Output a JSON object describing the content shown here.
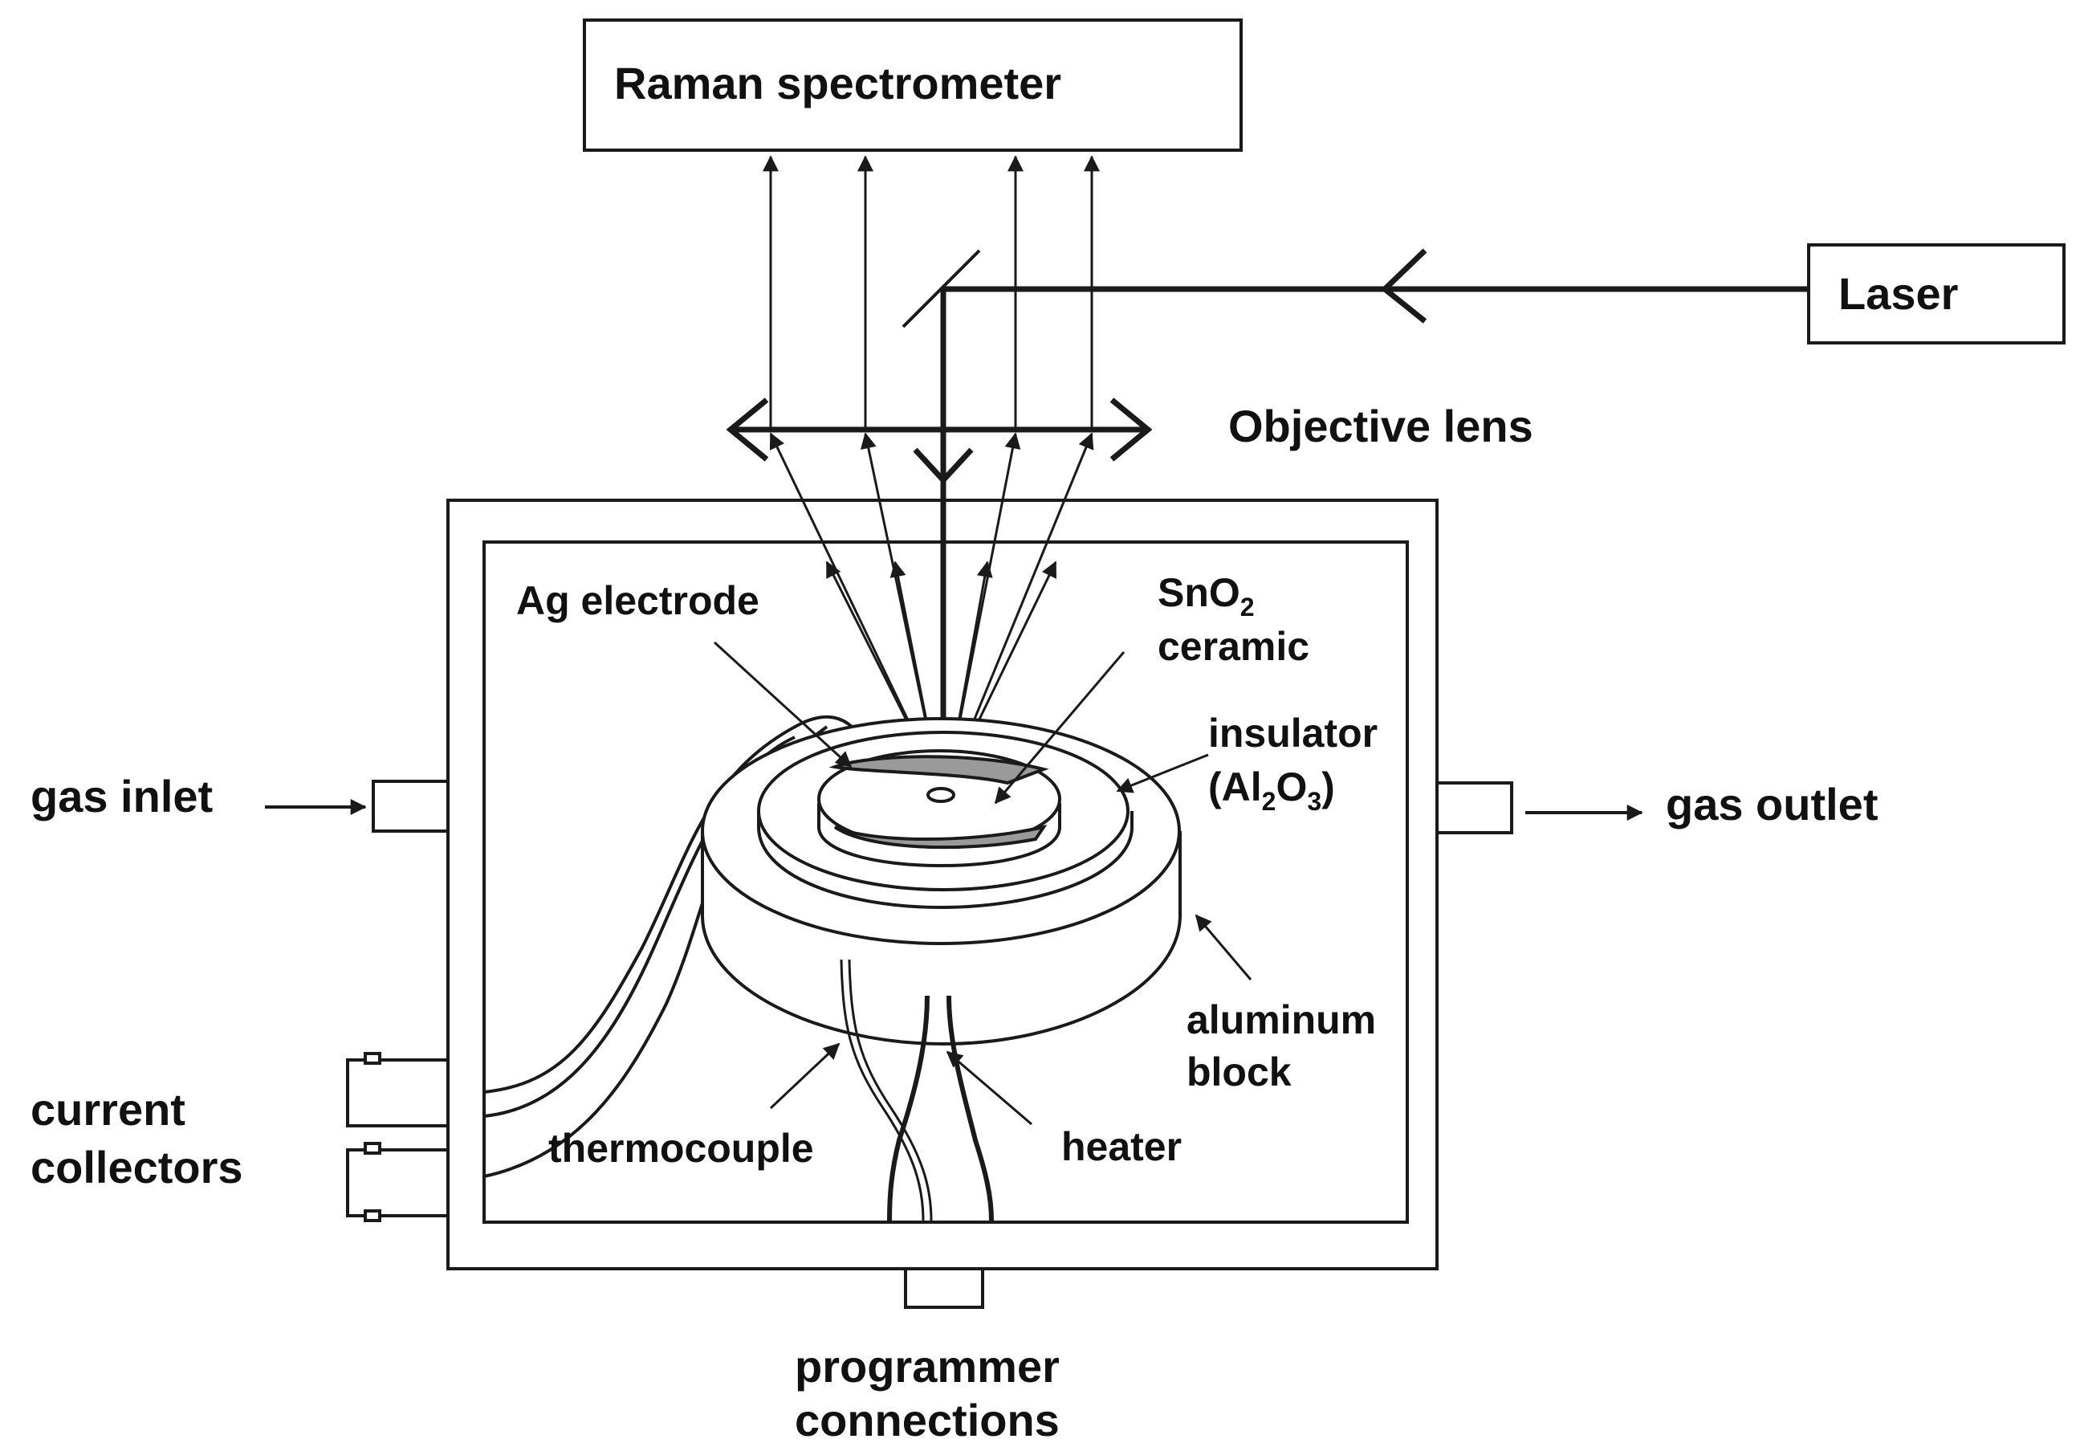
{
  "diagram": {
    "boxes": {
      "raman": "Raman spectrometer",
      "laser": "Laser"
    },
    "labels": {
      "objective_lens": "Objective lens",
      "ag_electrode": "Ag electrode",
      "sno2_formula": "SnO",
      "sno2_subscript": "2",
      "ceramic": "ceramic",
      "insulator": "insulator",
      "al2o3_open": "(Al",
      "al2o3_sub1": "2",
      "al2o3_o": "O",
      "al2o3_sub2": "3",
      "al2o3_close": ")",
      "aluminum": "aluminum",
      "block": "block",
      "gas_inlet": "gas inlet",
      "gas_outlet": "gas outlet",
      "current": "current",
      "collectors": "collectors",
      "thermocouple": "thermocouple",
      "heater": "heater",
      "programmer": "programmer",
      "connections": "connections"
    },
    "colors": {
      "line": "#1a1a1a",
      "sample_fill": "#9a9a9a",
      "background": "#ffffff"
    }
  }
}
